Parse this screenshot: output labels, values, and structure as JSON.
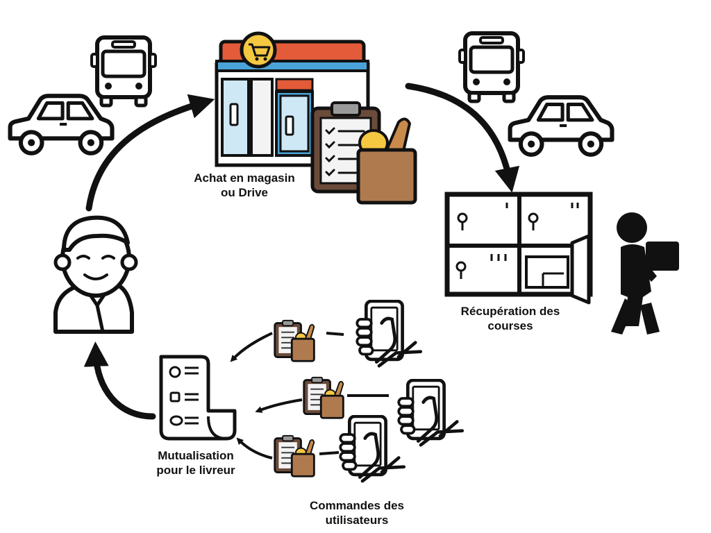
{
  "labels": {
    "store": [
      "Achat en magasin",
      "ou Drive"
    ],
    "pickup": [
      "Récupération des",
      "courses"
    ],
    "pooling": [
      "Mutualisation",
      "pour le livreur"
    ],
    "orders": [
      "Commandes des",
      "utilisateurs"
    ]
  },
  "colors": {
    "outline": "#111111",
    "store_roof": "#e35b39",
    "store_awning": "#4aa3d8",
    "store_window": "#cfe8f6",
    "store_sign": "#f5c842",
    "clipboard": "#6b4b3a",
    "paper": "#f3f3f3",
    "bag": "#b07a4f",
    "bread": "#c98a4b",
    "checks": "#3a3a3a"
  },
  "icons": [
    "car-icon",
    "bus-icon",
    "store-icon",
    "clipboard-icon",
    "grocery-bag-icon",
    "locker-icon",
    "delivery-person-icon",
    "user-avatar-icon",
    "receipt-icon",
    "smartphone-hand-icon",
    "arrow-icon"
  ]
}
